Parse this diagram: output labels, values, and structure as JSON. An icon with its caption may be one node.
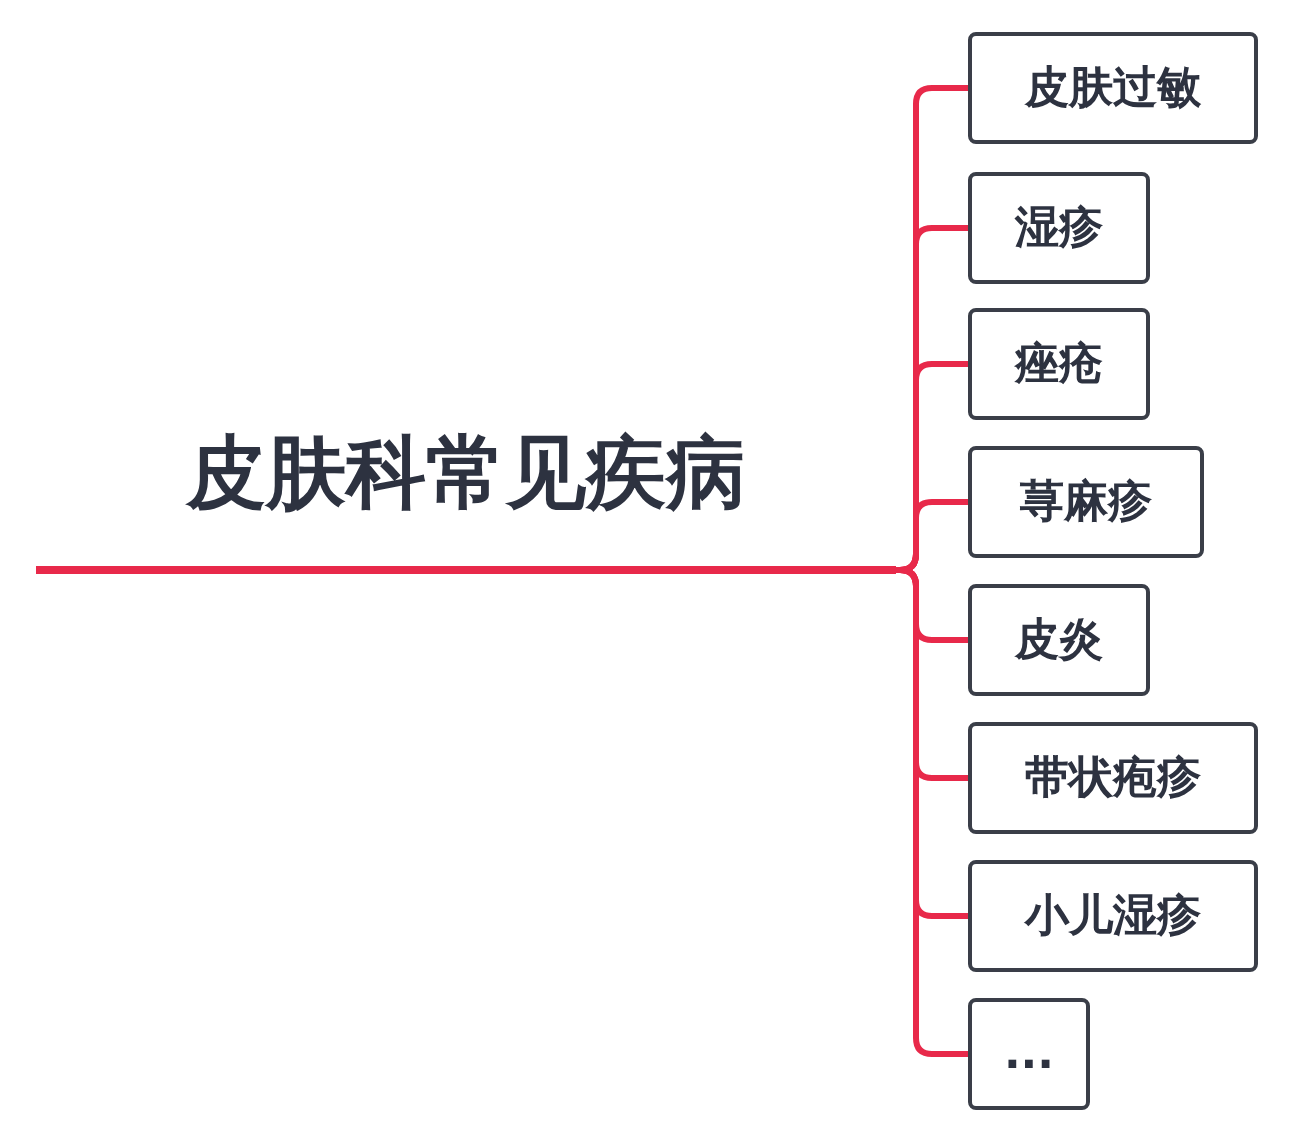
{
  "diagram": {
    "nodes": [
      {
        "text": [
          "皮肤科常见疾病"
        ]
      },
      {
        "text": [
          "皮肤过敏"
        ]
      },
      {
        "text": [
          "湿疹"
        ]
      },
      {
        "text": [
          "痤疮"
        ]
      },
      {
        "text": [
          "荨麻疹"
        ]
      },
      {
        "text": [
          "皮炎"
        ]
      },
      {
        "text": [
          "带状疱疹"
        ]
      },
      {
        "text": [
          "小儿湿疹"
        ]
      },
      {
        "text": [
          "..."
        ]
      }
    ],
    "edges": [
      {
        "from": 0,
        "to": 1,
        "arrow": "none"
      },
      {
        "from": 0,
        "to": 2,
        "arrow": "none"
      },
      {
        "from": 0,
        "to": 3,
        "arrow": "none"
      },
      {
        "from": 0,
        "to": 4,
        "arrow": "none"
      },
      {
        "from": 0,
        "to": 5,
        "arrow": "none"
      },
      {
        "from": 0,
        "to": 6,
        "arrow": "none"
      },
      {
        "from": 0,
        "to": 7,
        "arrow": "none"
      },
      {
        "from": 0,
        "to": 8,
        "arrow": "none"
      }
    ]
  }
}
